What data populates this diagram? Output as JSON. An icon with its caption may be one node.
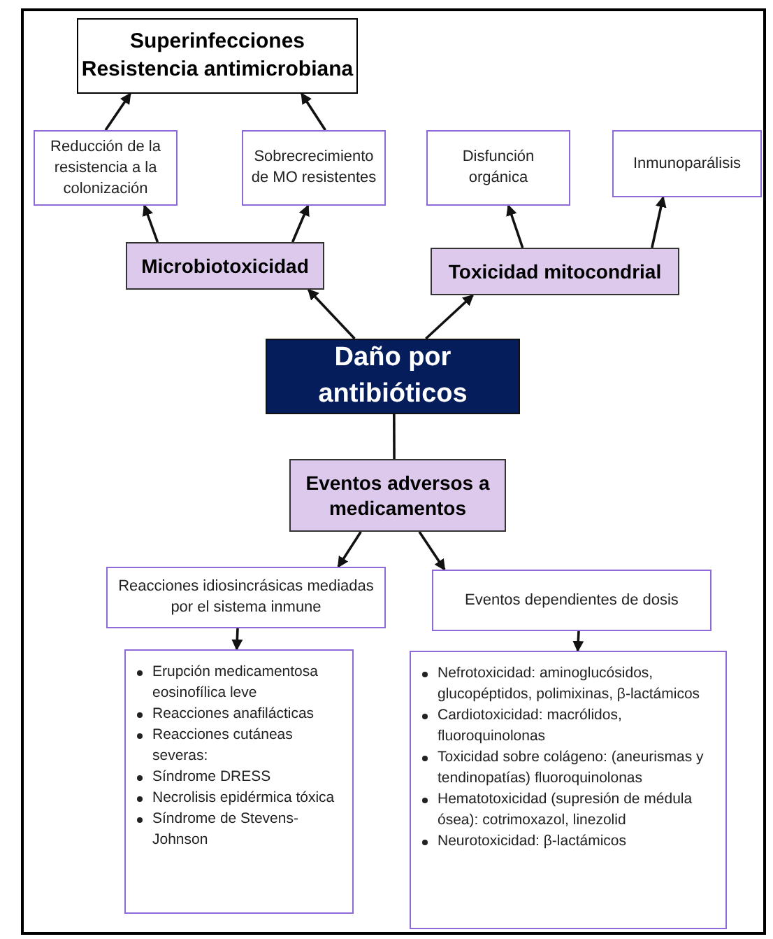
{
  "diagram": {
    "nodes": [
      {
        "text": [
          "Superinfecciones",
          "Resistencia antimicrobiana"
        ]
      },
      {
        "text": [
          "Reducción de la resistencia a la colonización"
        ]
      },
      {
        "text": [
          "Sobrecrecimiento de MO resistentes"
        ]
      },
      {
        "text": [
          "Disfunción orgánica"
        ]
      },
      {
        "text": [
          "Inmunoparálisis"
        ]
      },
      {
        "text": [
          "Microbiotoxicidad"
        ]
      },
      {
        "text": [
          "Toxicidad mitocondrial"
        ]
      },
      {
        "text": [
          "Daño por antibióticos"
        ]
      },
      {
        "text": [
          "Eventos adversos a medicamentos"
        ]
      },
      {
        "text": [
          "Reacciones idiosincrásicas mediadas por el sistema inmune"
        ]
      },
      {
        "text": [
          "Eventos dependientes de dosis"
        ]
      },
      {
        "text": [
          "Erupción medicamentosa eosinofílica leve",
          "Reacciones anafilácticas",
          "Reacciones cutáneas severas:",
          "Síndrome DRESS",
          "Necrolisis epidérmica tóxica",
          "Síndrome de Stevens-Johnson"
        ]
      },
      {
        "text": [
          "Nefrotoxicidad: aminoglucósidos, glucopéptidos, polimixinas, β-lactámicos",
          "Cardiotoxicidad: macrólidos, fluoroquinolonas",
          "Toxicidad sobre colágeno: (aneurismas y tendinopatías) fluoroquinolonas",
          "Hematotoxicidad (supresión de médula ósea): cotrimoxazol, linezolid",
          "Neurotoxicidad: β-lactámicos"
        ]
      }
    ],
    "edges": [
      {
        "from": 7,
        "to": 5,
        "arrow": "to"
      },
      {
        "from": 7,
        "to": 6,
        "arrow": "to"
      },
      {
        "from": 5,
        "to": 1,
        "arrow": "to"
      },
      {
        "from": 5,
        "to": 2,
        "arrow": "to"
      },
      {
        "from": 6,
        "to": 3,
        "arrow": "to"
      },
      {
        "from": 6,
        "to": 4,
        "arrow": "to"
      },
      {
        "from": 1,
        "to": 0,
        "arrow": "to"
      },
      {
        "from": 2,
        "to": 0,
        "arrow": "to"
      },
      {
        "from": 7,
        "to": 8,
        "arrow": "none"
      },
      {
        "from": 8,
        "to": 9,
        "arrow": "to"
      },
      {
        "from": 8,
        "to": 10,
        "arrow": "to"
      },
      {
        "from": 9,
        "to": 11,
        "arrow": "to"
      },
      {
        "from": 10,
        "to": 12,
        "arrow": "to"
      }
    ]
  }
}
